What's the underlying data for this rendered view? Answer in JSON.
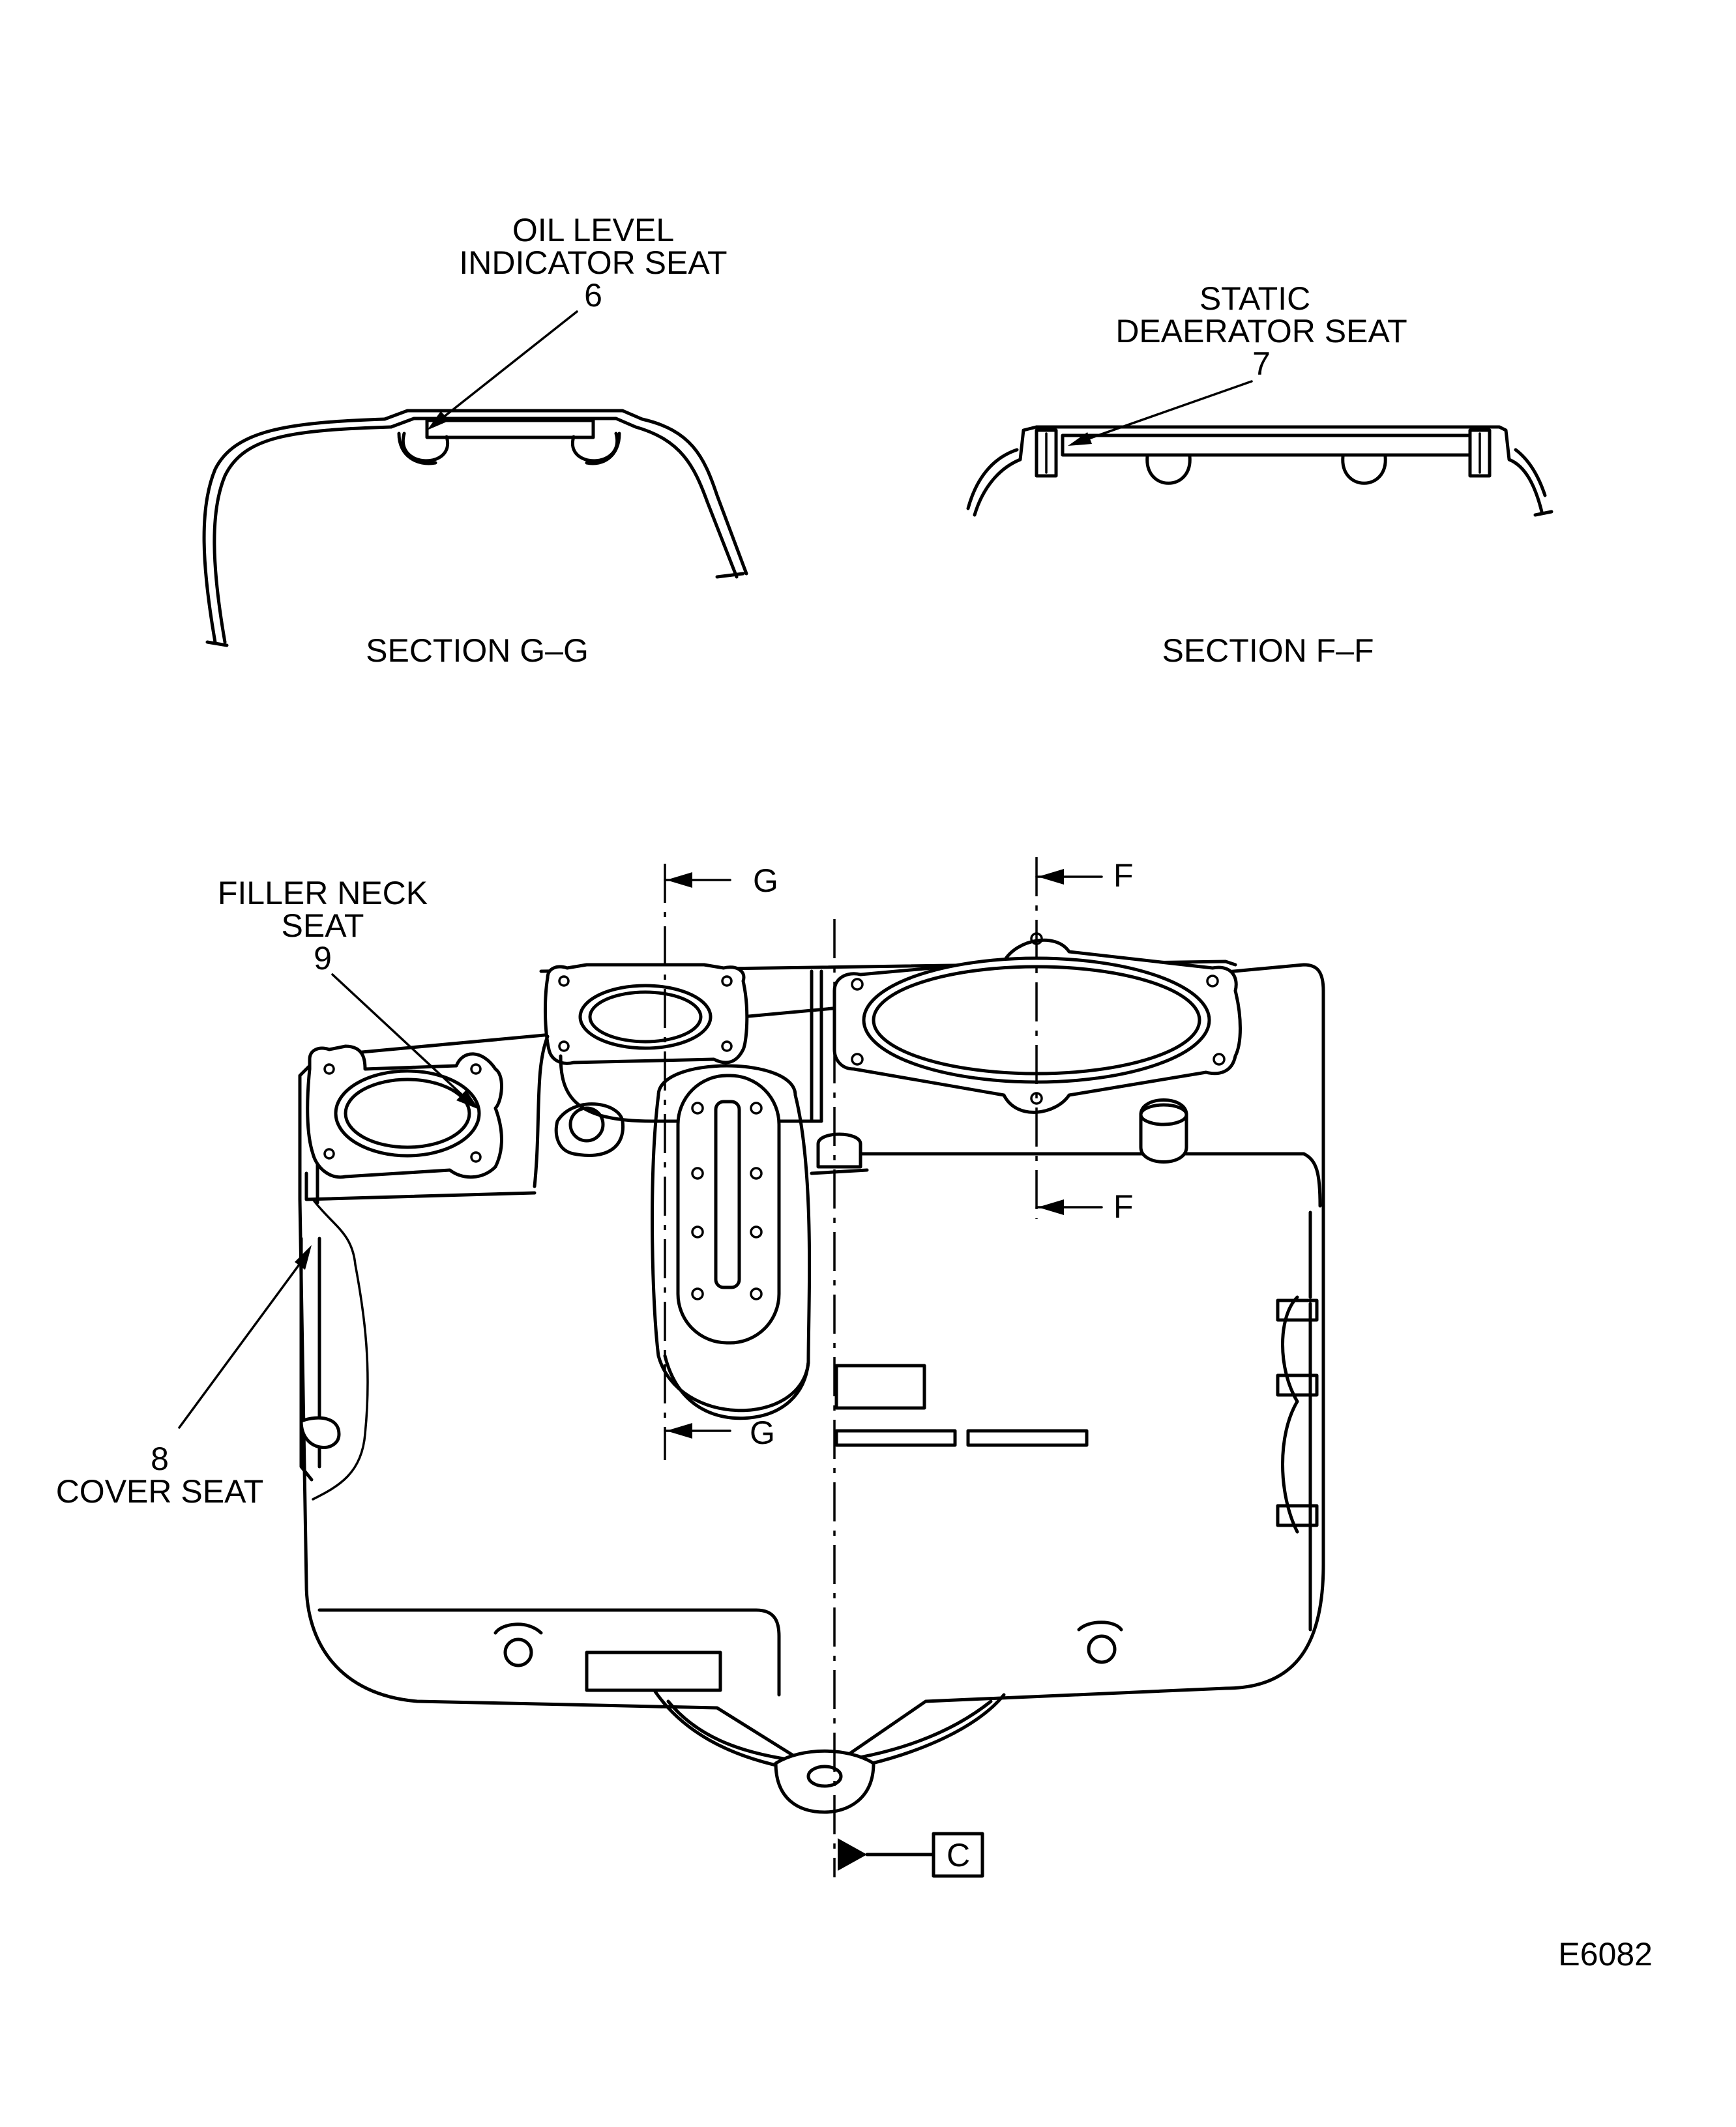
{
  "callouts": {
    "oil_level": {
      "line1": "OIL LEVEL",
      "line2": "INDICATOR SEAT",
      "number": "6"
    },
    "static_deaerator": {
      "line1": "STATIC",
      "line2": "DEAERATOR SEAT",
      "number": "7"
    },
    "filler_neck": {
      "line1": "FILLER NECK",
      "line2": "SEAT",
      "number": "9"
    },
    "cover_seat": {
      "number": "8",
      "label": "COVER SEAT"
    }
  },
  "sections": {
    "gg": "SECTION  G–G",
    "ff": "SECTION  F–F"
  },
  "cut_markers": {
    "g_top": "G",
    "g_bottom": "G",
    "f_top": "F",
    "f_bottom": "F"
  },
  "datum": "C",
  "figure_id": "E6082"
}
